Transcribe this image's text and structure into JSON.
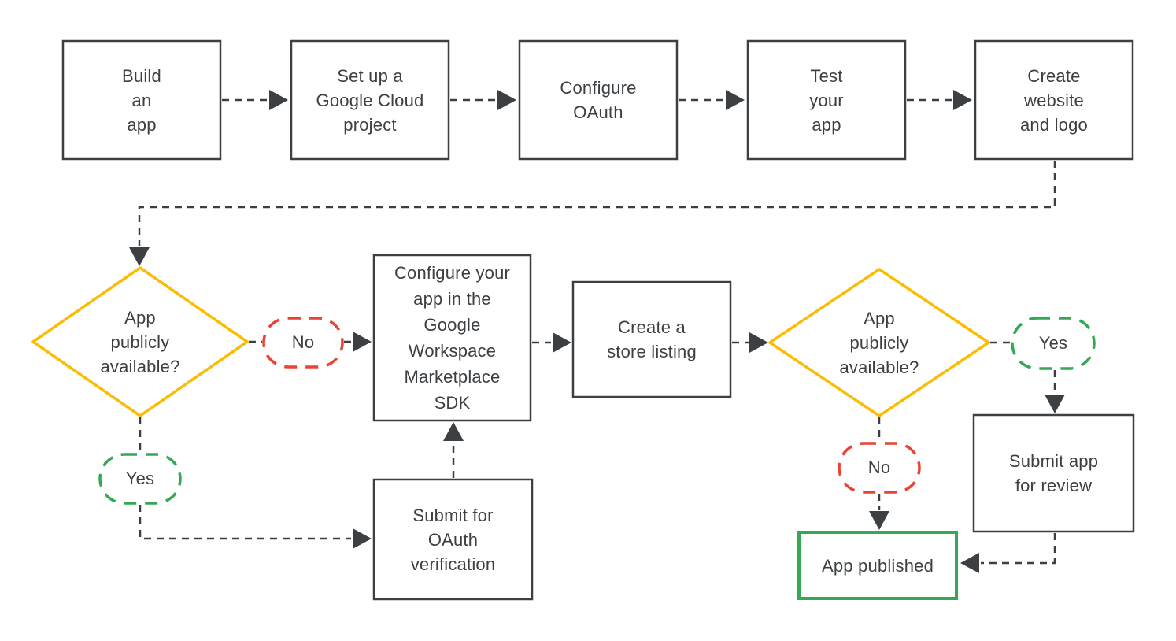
{
  "colors": {
    "background": "#FFFFFF",
    "line": "#3C4043",
    "text": "#3C4043",
    "decision": "#FBBC04",
    "no": "#EA4335",
    "yes": "#34A853",
    "published": "#34A853"
  },
  "nodes": {
    "build_app": {
      "type": "process",
      "label": "Build\nan\napp"
    },
    "setup_project": {
      "type": "process",
      "label": "Set up a\nGoogle Cloud\nproject"
    },
    "configure_oauth": {
      "type": "process",
      "label": "Configure\nOAuth"
    },
    "test_app": {
      "type": "process",
      "label": "Test\nyour\napp"
    },
    "create_website": {
      "type": "process",
      "label": "Create\nwebsite\nand logo"
    },
    "decision_left": {
      "type": "decision",
      "label": "App\npublicly\navailable?"
    },
    "no_left": {
      "type": "edge-label",
      "label": "No"
    },
    "yes_left": {
      "type": "edge-label",
      "label": "Yes"
    },
    "configure_sdk": {
      "type": "process",
      "label": "Configure your\napp in the\nGoogle\nWorkspace\nMarketplace\nSDK"
    },
    "store_listing": {
      "type": "process",
      "label": "Create a\nstore listing"
    },
    "decision_right": {
      "type": "decision",
      "label": "App\npublicly\navailable?"
    },
    "yes_right": {
      "type": "edge-label",
      "label": "Yes"
    },
    "no_right": {
      "type": "edge-label",
      "label": "No"
    },
    "submit_oauth": {
      "type": "process",
      "label": "Submit for\nOAuth\nverification"
    },
    "submit_review": {
      "type": "process",
      "label": "Submit app\nfor review"
    },
    "app_published": {
      "type": "terminal",
      "label": "App published"
    }
  },
  "edges": [
    {
      "from": "build_app",
      "to": "setup_project"
    },
    {
      "from": "setup_project",
      "to": "configure_oauth"
    },
    {
      "from": "configure_oauth",
      "to": "test_app"
    },
    {
      "from": "test_app",
      "to": "create_website"
    },
    {
      "from": "create_website",
      "to": "decision_left"
    },
    {
      "from": "decision_left",
      "to": "configure_sdk",
      "via": "no_left"
    },
    {
      "from": "decision_left",
      "to": "submit_oauth",
      "via": "yes_left"
    },
    {
      "from": "submit_oauth",
      "to": "configure_sdk"
    },
    {
      "from": "configure_sdk",
      "to": "store_listing"
    },
    {
      "from": "store_listing",
      "to": "decision_right"
    },
    {
      "from": "decision_right",
      "to": "submit_review",
      "via": "yes_right"
    },
    {
      "from": "decision_right",
      "to": "app_published",
      "via": "no_right"
    },
    {
      "from": "submit_review",
      "to": "app_published"
    }
  ]
}
